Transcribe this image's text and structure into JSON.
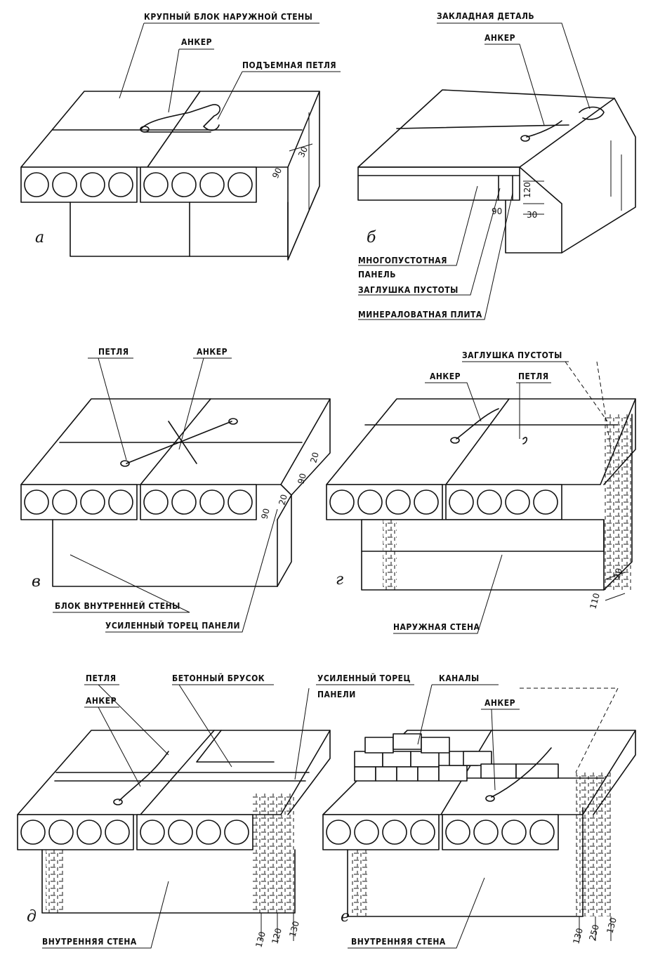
{
  "panels": {
    "a": {
      "letter": "а",
      "labels": {
        "outer_block": "КРУПНЫЙ БЛОК НАРУЖНОЙ СТЕНЫ",
        "anchor": "АНКЕР",
        "lift_loop": "ПОДЪЕМНАЯ ПЕТЛЯ"
      },
      "dims": [
        "90",
        "30"
      ]
    },
    "b": {
      "letter": "б",
      "labels": {
        "embedded": "ЗАКЛАДНАЯ ДЕТАЛЬ",
        "anchor": "АНКЕР",
        "hollow_panel_1": "МНОГОПУСТОТНАЯ",
        "hollow_panel_2": "ПАНЕЛЬ",
        "void_plug": "ЗАГЛУШКА ПУСТОТЫ",
        "mineral_slab": "МИНЕРАЛОВАТНАЯ ПЛИТА"
      },
      "dims": [
        "120",
        "30",
        "90"
      ]
    },
    "v": {
      "letter": "в",
      "labels": {
        "loop": "ПЕТЛЯ",
        "anchor": "АНКЕР",
        "inner_block": "БЛОК ВНУТРЕННЕЙ СТЕНЫ",
        "reinforced_end": "УСИЛЕННЫЙ ТОРЕЦ ПАНЕЛИ"
      },
      "dims": [
        "20",
        "90",
        "20",
        "90"
      ]
    },
    "g": {
      "letter": "г",
      "labels": {
        "void_plug": "ЗАГЛУШКА ПУСТОТЫ",
        "anchor": "АНКЕР",
        "loop": "ПЕТЛЯ",
        "outer_wall": "НАРУЖНАЯ СТЕНА"
      },
      "dims": [
        "20",
        "110"
      ]
    },
    "d": {
      "letter": "д",
      "labels": {
        "loop": "ПЕТЛЯ",
        "concrete_bar": "БЕТОННЫЙ БРУСОК",
        "reinforced_end_1": "УСИЛЕННЫЙ ТОРЕЦ",
        "reinforced_end_2": "ПАНЕЛИ",
        "anchor": "АНКЕР",
        "inner_wall": "ВНУТРЕННЯЯ СТЕНА"
      },
      "dims": [
        "130",
        "120",
        "130"
      ]
    },
    "e": {
      "letter": "е",
      "labels": {
        "channels": "КАНАЛЫ",
        "anchor": "АНКЕР",
        "inner_wall": "ВНУТРЕННЯЯ СТЕНА"
      },
      "dims": [
        "130",
        "250",
        "130"
      ]
    }
  },
  "colors": {
    "ink": "#111111",
    "paper": "#ffffff"
  }
}
